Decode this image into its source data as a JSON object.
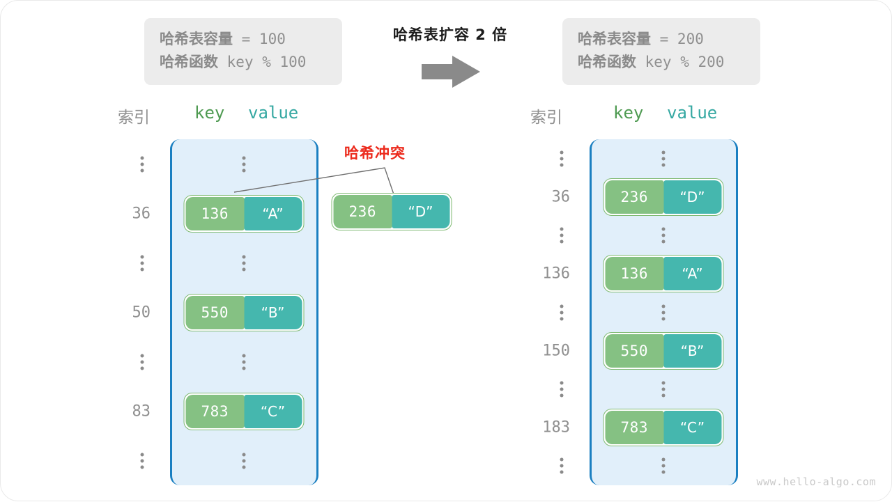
{
  "diagram": {
    "title": "哈希表扩容 2 倍",
    "watermark": "www.hello-algo.com",
    "collision_label": "哈希冲突",
    "colors": {
      "key_cell": "#85c183",
      "value_cell": "#45b7ae",
      "bucket_bg": "#e1effa",
      "bucket_border": "#1a7fc1",
      "collision_red": "#ec2a1c",
      "info_box_bg": "#ececec",
      "arrow_gray": "#8a8a8a"
    },
    "arrow_icon": "right-arrow-icon"
  },
  "info_left": {
    "capacity_label": "哈希表容量",
    "capacity_expr": " = 100",
    "function_label": "哈希函数",
    "function_expr": " key % 100"
  },
  "info_right": {
    "capacity_label": "哈希表容量",
    "capacity_expr": " = 200",
    "function_label": "哈希函数",
    "function_expr": " key % 200"
  },
  "left_table": {
    "head_index": "索引",
    "head_key": "key",
    "head_value": "value",
    "rows": [
      {
        "index": "",
        "ellipsis": true,
        "key": "",
        "value": ""
      },
      {
        "index": "36",
        "ellipsis": false,
        "key": "136",
        "value": "“A”"
      },
      {
        "index": "",
        "ellipsis": true,
        "key": "",
        "value": ""
      },
      {
        "index": "50",
        "ellipsis": false,
        "key": "550",
        "value": "“B”"
      },
      {
        "index": "",
        "ellipsis": true,
        "key": "",
        "value": ""
      },
      {
        "index": "83",
        "ellipsis": false,
        "key": "783",
        "value": "“C”"
      },
      {
        "index": "",
        "ellipsis": true,
        "key": "",
        "value": ""
      }
    ]
  },
  "right_table": {
    "head_index": "索引",
    "head_key": "key",
    "head_value": "value",
    "rows": [
      {
        "index": "",
        "ellipsis": true,
        "key": "",
        "value": ""
      },
      {
        "index": "36",
        "ellipsis": false,
        "key": "236",
        "value": "“D”"
      },
      {
        "index": "",
        "ellipsis": true,
        "key": "",
        "value": ""
      },
      {
        "index": "136",
        "ellipsis": false,
        "key": "136",
        "value": "“A”"
      },
      {
        "index": "",
        "ellipsis": true,
        "key": "",
        "value": ""
      },
      {
        "index": "150",
        "ellipsis": false,
        "key": "550",
        "value": "“B”"
      },
      {
        "index": "",
        "ellipsis": true,
        "key": "",
        "value": ""
      },
      {
        "index": "183",
        "ellipsis": false,
        "key": "783",
        "value": "“C”"
      },
      {
        "index": "",
        "ellipsis": true,
        "key": "",
        "value": ""
      }
    ]
  },
  "collision_cell": {
    "key": "236",
    "value": "“D”"
  }
}
